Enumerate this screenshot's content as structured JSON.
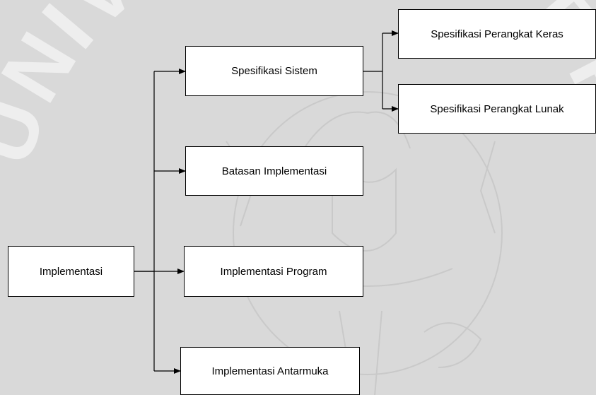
{
  "watermark": {
    "text": "UNIVERSITAS BRAWIJAYA"
  },
  "diagram": {
    "root": "Implementasi",
    "children": [
      {
        "label": "Spesifikasi Sistem",
        "children": [
          "Spesifikasi Perangkat Keras",
          "Spesifikasi Perangkat Lunak"
        ]
      },
      {
        "label": "Batasan Implementasi"
      },
      {
        "label": "Implementasi Program"
      },
      {
        "label": "Implementasi Antarmuka"
      }
    ]
  },
  "colors": {
    "background": "#d9d9d9",
    "box_fill": "#ffffff",
    "line": "#000000",
    "watermark": "#ffffff"
  }
}
